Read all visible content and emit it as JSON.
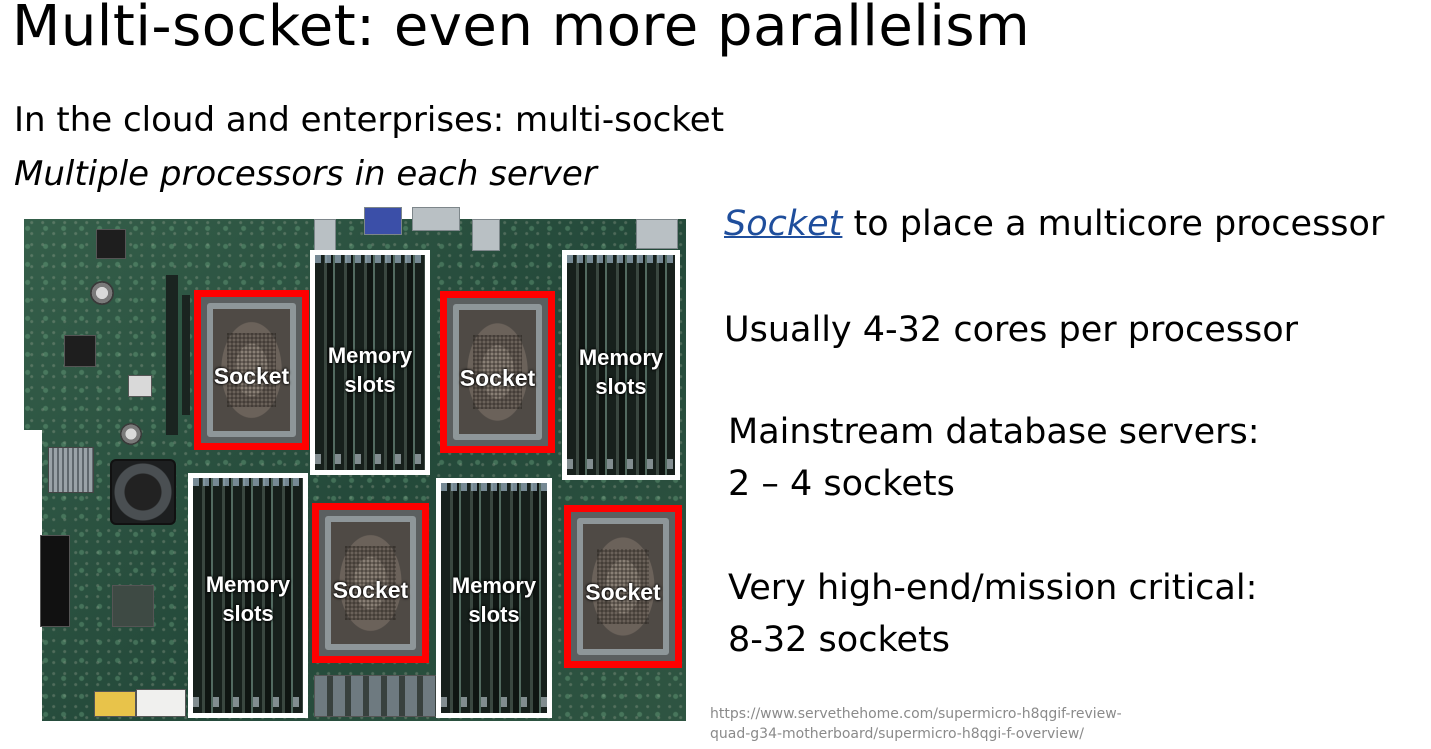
{
  "slide": {
    "title": "Multi-socket: even more parallelism",
    "subtitle": "In the cloud and enterprises: multi-socket",
    "subtitle_italic": "Multiple processors in each server"
  },
  "figure": {
    "memory_label_line1": "Memory",
    "memory_label_line2": "slots",
    "socket_label": "Socket",
    "memory_box_color": "#ffffff",
    "socket_box_color": "#ff0000"
  },
  "bullets": {
    "socket_word": "Socket",
    "socket_rest": " to place a multicore processor",
    "cores": "Usually 4-32 cores per processor",
    "mainstream_line1": "Mainstream database servers:",
    "mainstream_line2": "2 – 4 sockets",
    "highend_line1": "Very high-end/mission critical:",
    "highend_line2": "8-32 sockets"
  },
  "source": {
    "line1": "https://www.servethehome.com/supermicro-h8qgif-review-",
    "line2": "quad-g34-motherboard/supermicro-h8qgi-f-overview/"
  },
  "colors": {
    "link": "#1f4e9c",
    "source_text": "#8a8a8a"
  }
}
